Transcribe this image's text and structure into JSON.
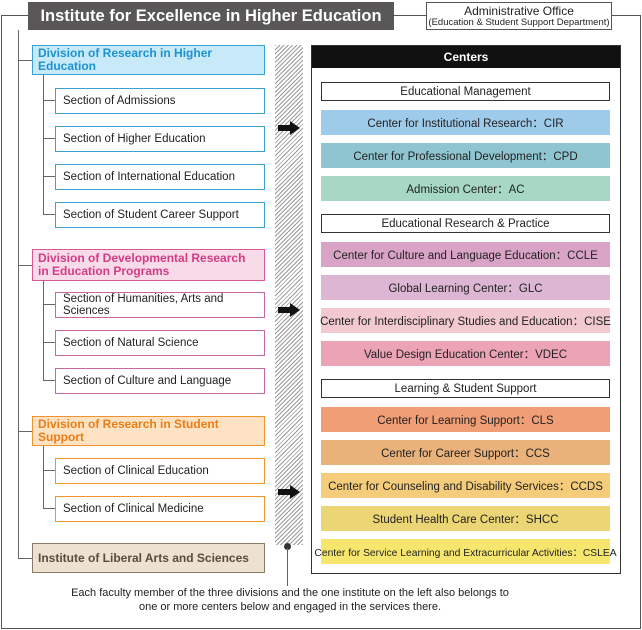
{
  "header": {
    "title": "Institute for Excellence in Higher Education",
    "admin_line1": "Administrative Office",
    "admin_line2": "(Education & Student Support Department)"
  },
  "divisions": [
    {
      "label": "Division of Research in Higher Education",
      "sections": [
        "Section of Admissions",
        "Section of Higher Education",
        "Section of International Education",
        "Section of Student Career Support"
      ]
    },
    {
      "label_line1": "Division of Developmental Research",
      "label_line2": "in Education Programs",
      "sections": [
        "Section of Humanities, Arts and Sciences",
        "Section of Natural Science",
        "Section of Culture and Language"
      ]
    },
    {
      "label": "Division of Research in Student Support",
      "sections": [
        "Section of Clinical Education",
        "Section of Clinical Medicine"
      ]
    }
  ],
  "institute": "Institute of Liberal Arts and Sciences",
  "centers": {
    "heading": "Centers",
    "groups": [
      {
        "category": "Educational Management",
        "items": [
          {
            "label": "Center for Institutional Research：CIR",
            "color": "#9fcbea"
          },
          {
            "label": "Center for Professional Development：CPD",
            "color": "#8fc5d0"
          },
          {
            "label": "Admission Center：AC",
            "color": "#a6d8c4"
          }
        ]
      },
      {
        "category": "Educational Research & Practice",
        "items": [
          {
            "label": "Center for Culture and Language Education：CCLE",
            "color": "#d9a3c6"
          },
          {
            "label": "Global Learning Center：GLC",
            "color": "#dcb6d3"
          },
          {
            "label": "Center for Interdisciplinary Studies and Education：CISE",
            "color": "#f1c9cf"
          },
          {
            "label": "Value Design Education Center：VDEC",
            "color": "#eda3b6"
          }
        ]
      },
      {
        "category": "Learning & Student Support",
        "items": [
          {
            "label": "Center for Learning Support：CLS",
            "color": "#ef9e76"
          },
          {
            "label": "Center for Career Support：CCS",
            "color": "#e9b27a"
          },
          {
            "label": "Center for Counseling and Disability Services：CCDS",
            "color": "#f5cc7a"
          },
          {
            "label": "Student Health Care Center：SHCC",
            "color": "#ecd574"
          },
          {
            "label": "Center for Service Learning and Extracurricular Activities：CSLEA",
            "color": "#f6e66e"
          }
        ]
      }
    ]
  },
  "note": {
    "line1": "Each faculty member of the three divisions and the one institute on the left also belongs to",
    "line2": "one or more centers below and engaged in the services there."
  }
}
